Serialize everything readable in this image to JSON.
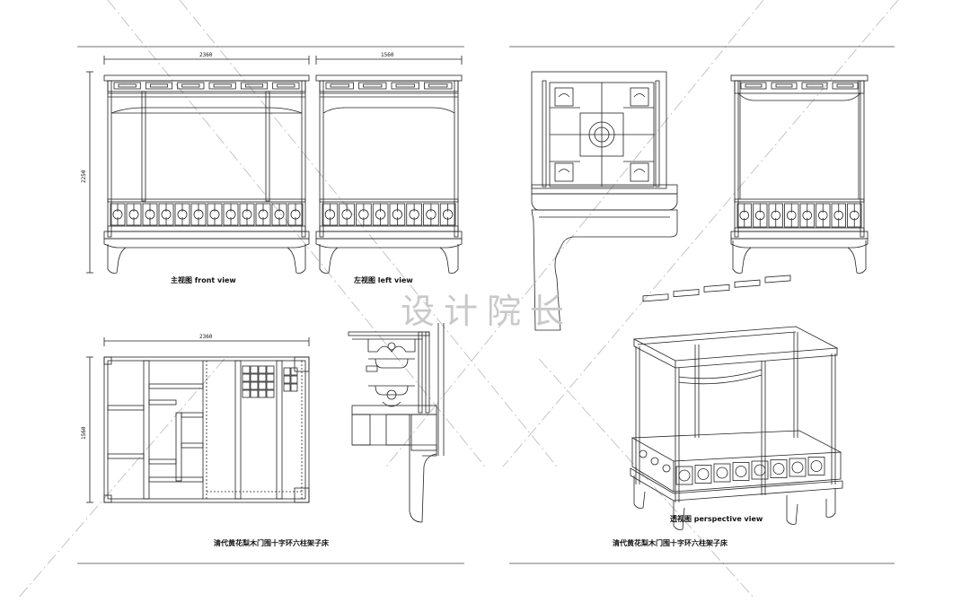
{
  "sheet_left": {
    "front_view_label": "主视图  front view",
    "left_view_label": "左视图  left view",
    "sheet_title": "清代黄花梨木门围十字环六柱架子床",
    "dimensions": {
      "front_width": "2360",
      "side_width": "1560",
      "height": "2250",
      "plan_width": "2360",
      "plan_depth": "1560"
    }
  },
  "sheet_right": {
    "perspective_label": "透视图  perspective view",
    "sheet_title": "清代黄花梨木门围十字环六柱架子床"
  },
  "watermark": "设计院长"
}
